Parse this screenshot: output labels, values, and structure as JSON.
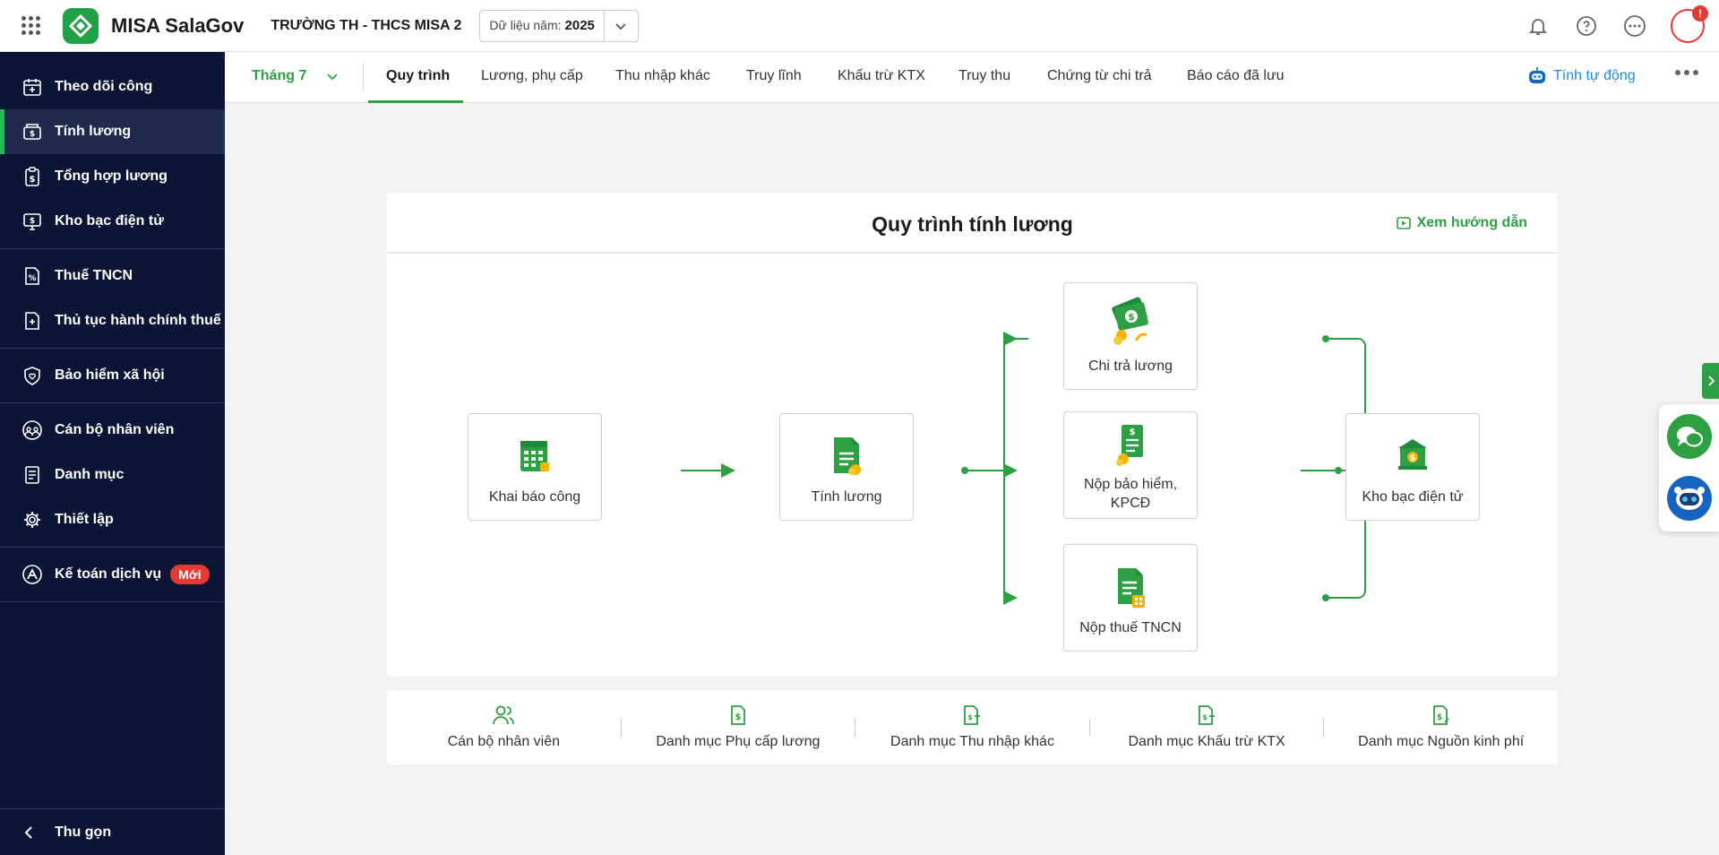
{
  "header": {
    "app_name": "MISA SalaGov",
    "school_name": "TRƯỜNG TH - THCS MISA 2",
    "year_label": "Dữ liệu năm:",
    "year_value": "2025",
    "notification_badge": "!"
  },
  "sidebar": {
    "items": [
      {
        "label": "Theo dõi công",
        "icon": "calendar-icon"
      },
      {
        "label": "Tính lương",
        "icon": "salary-icon"
      },
      {
        "label": "Tổng hợp lương",
        "icon": "clipboard-dollar-icon"
      },
      {
        "label": "Kho bạc điện tử",
        "icon": "monitor-dollar-icon"
      },
      {
        "label": "Thuế TNCN",
        "icon": "tax-doc-icon"
      },
      {
        "label": "Thủ tục hành chính thuế",
        "icon": "doc-plus-icon"
      },
      {
        "label": "Bảo hiểm xã hội",
        "icon": "shield-heart-icon"
      },
      {
        "label": "Cán bộ nhân viên",
        "icon": "people-icon"
      },
      {
        "label": "Danh mục",
        "icon": "list-doc-icon"
      },
      {
        "label": "Thiết lập",
        "icon": "gear-icon"
      },
      {
        "label": "Kế toán dịch vụ",
        "icon": "accounting-icon",
        "badge": "Mới"
      }
    ],
    "collapse_label": "Thu gọn",
    "accent": "#2fb55b",
    "background": "#0c1535"
  },
  "tabs": {
    "month": "Tháng 7",
    "items": [
      "Quy trình",
      "Lương, phụ cấp",
      "Thu nhập khác",
      "Truy lĩnh",
      "Khấu trừ KTX",
      "Truy thu",
      "Chứng từ chi trả",
      "Báo cáo đã lưu"
    ],
    "active": "Quy trình",
    "auto_label": "Tính tự động"
  },
  "workflow": {
    "title": "Quy trình tính lương",
    "guide_label": "Xem hướng dẫn",
    "nodes": {
      "khai_bao": "Khai báo công",
      "tinh_luong": "Tính lương",
      "chi_tra": "Chi trả lương",
      "nop_bh_1": "Nộp bảo hiểm,",
      "nop_bh_2": "KPCĐ",
      "nop_thue": "Nộp thuế TNCN",
      "kho_bac": "Kho bạc điện tử"
    },
    "accent": "#2ea043"
  },
  "shortcuts": [
    {
      "label": "Cán bộ nhân viên",
      "icon": "people-icon"
    },
    {
      "label": "Danh mục Phụ cấp lương",
      "icon": "doc-dollar-icon"
    },
    {
      "label": "Danh mục Thu nhập khác",
      "icon": "doc-plus-icon"
    },
    {
      "label": "Danh mục Khấu trừ KTX",
      "icon": "doc-minus-icon"
    },
    {
      "label": "Danh mục Nguồn kinh phí",
      "icon": "doc-dollar-icon"
    }
  ]
}
